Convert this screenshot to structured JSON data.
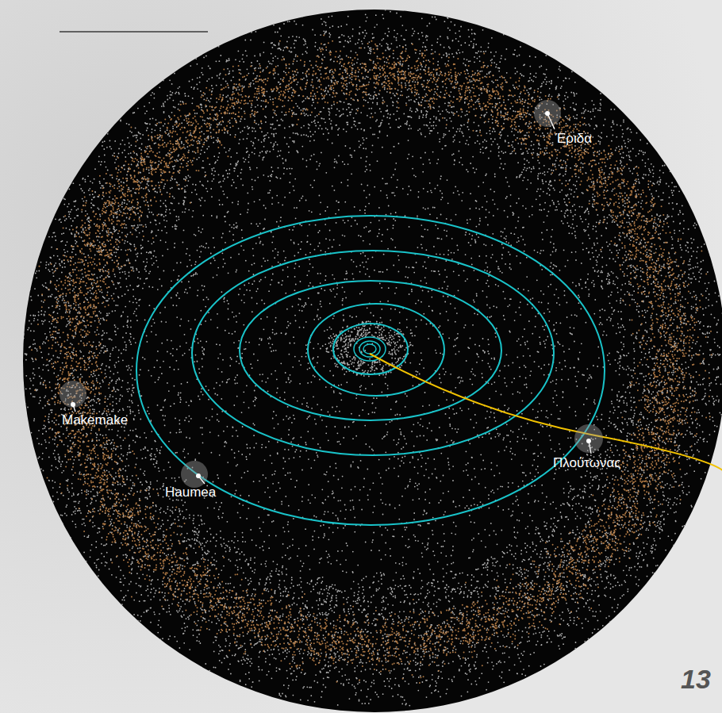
{
  "diagram": {
    "labels": [
      "Έριδα",
      "Makemake",
      "Haumea",
      "Πλούτωνας",
      "13"
    ]
  }
}
